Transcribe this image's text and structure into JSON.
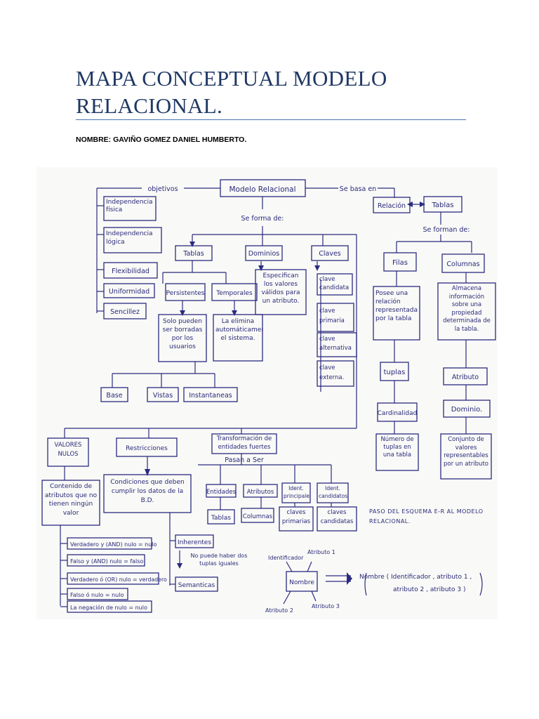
{
  "document": {
    "title_line1": "MAPA CONCEPTUAL MODELO",
    "title_line2": "RELACIONAL.",
    "author": "NOMBRE: GAVIÑO GOMEZ DANIEL HUMBERTO."
  },
  "map": {
    "root": "Modelo Relacional",
    "lbl_objetivos": "objetivos",
    "lbl_se_basa_en": "Se basa en",
    "lbl_se_forma_de": "Se forma de:",
    "lbl_se_forman_de": "Se forman de:",
    "lbl_pasan_a_ser": "Pasan a Ser",
    "objetivos": [
      "Independencia física",
      "Independencia lógica",
      "Flexibilidad",
      "Uniformidad",
      "Sencillez"
    ],
    "relacion": "Relación",
    "tablas_top": "Tablas",
    "tablas": "Tablas",
    "dominios": "Dominios",
    "claves": "Claves",
    "persistentes": "Persistentes",
    "temporales": "Temporales",
    "persistentes_desc": "Solo pueden ser borradas por los usuarios",
    "temporales_desc": "La elimina automáticamente el sistema.",
    "base": "Base",
    "vistas": "Vistas",
    "instantaneas": "Instantaneas",
    "dominios_desc": "Especifican los valores válidos para un atributo.",
    "claves_list": [
      "clave candidata",
      "clave primaria",
      "clave alternativa",
      "clave externa."
    ],
    "filas": "Filas",
    "columnas": "Columnas",
    "filas_desc": "Posee una relación representada por la tabla",
    "columnas_desc": "Almacena información sobre una propiedad determinada de la tabla.",
    "tuplas": "tuplas",
    "atributo": "Atributo",
    "cardinalidad": "Cardinalidad",
    "dominio": "Dominio.",
    "cardinalidad_desc": "Número de tuplas en una tabla",
    "dominio_desc": "Conjunto de valores representables por un atributo",
    "valores_nulos": "Valores nulos",
    "valores_nulos_desc": "Contenido de atributos que no tienen ningún valor",
    "restricciones": "Restricciones",
    "restricciones_desc": "Condiciones que deben cumplir los datos de la B.D.",
    "transformacion": "Transformación de entidades fuertes",
    "entidades": "Entidades",
    "atributos": "Atributos",
    "ident_principales": "Ident. principales",
    "ident_candidatos": "Ident. candidatos",
    "tablas_t": "Tablas",
    "columnas_t": "Columnas",
    "claves_primarias": "claves primarias",
    "claves_candidatas": "claves candidatas",
    "logic": [
      "Verdadero y (AND) nulo = nulo",
      "Falso y (AND) nulo = falso",
      "Verdadero ó (OR) nulo = verdadero",
      "Falso ó nulo = nulo",
      "La negación de nulo = nulo"
    ],
    "inherentes": "Inherentes",
    "inherentes_desc": "No puede haber dos tuplas iguales",
    "semanticas": "Semanticas",
    "paso_titulo": "Paso del esquema E-R al modelo relacional.",
    "identificador": "Identificador",
    "atributo_1": "Atributo 1",
    "atributo_2": "Atributo 2",
    "atributo_3": "Atributo 3",
    "nombre": "Nombre",
    "formula_1": "Nombre ( Identificador , atributo 1 ,",
    "formula_2": "atributo 2 , atributo 3 )"
  }
}
